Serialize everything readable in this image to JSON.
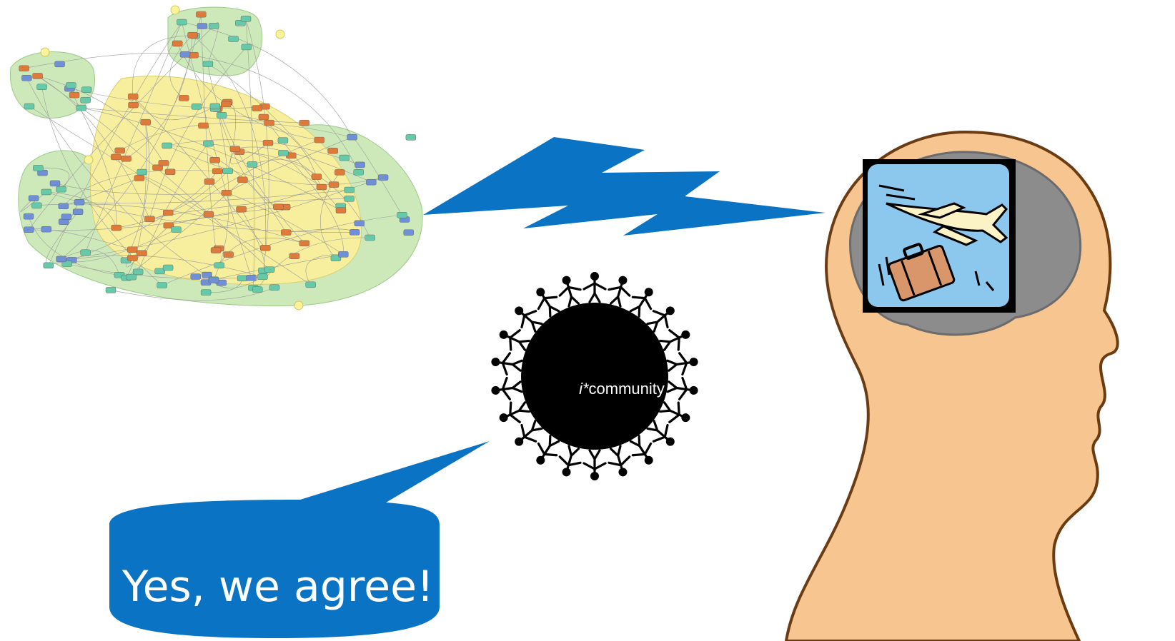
{
  "community": {
    "prefix": "i*",
    "suffix": " community"
  },
  "callout": {
    "text": "Yes, we agree!!"
  },
  "colors": {
    "arrow_blue": "#0a73c4",
    "callout_blue": "#0a73c4",
    "model_green": "#cde9b9",
    "model_yellow": "#f7ef9e",
    "node_orange": "#e07a3a",
    "node_teal": "#66c9a8",
    "node_blue": "#6f8fd6",
    "skin": "#f7c690",
    "brain_gray": "#8c8c8c",
    "community_black": "#000000"
  },
  "icons": {
    "model": "istar-model-graph",
    "lightning": "lightning-bolt-arrow",
    "head": "human-head-profile-icon",
    "travel": "airplane-suitcase-icon",
    "community": "people-circle-icon"
  }
}
